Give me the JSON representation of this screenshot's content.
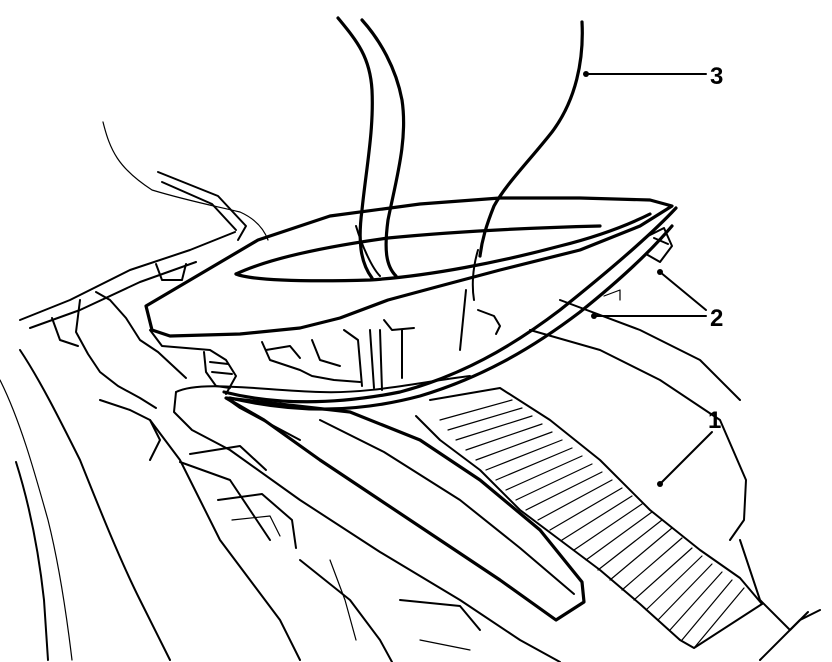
{
  "diagram": {
    "background": "#ffffff",
    "stroke_color": "#000000",
    "callouts": [
      {
        "id": "callout-1",
        "label": "1"
      },
      {
        "id": "callout-2",
        "label": "2"
      },
      {
        "id": "callout-3",
        "label": "3"
      }
    ]
  }
}
